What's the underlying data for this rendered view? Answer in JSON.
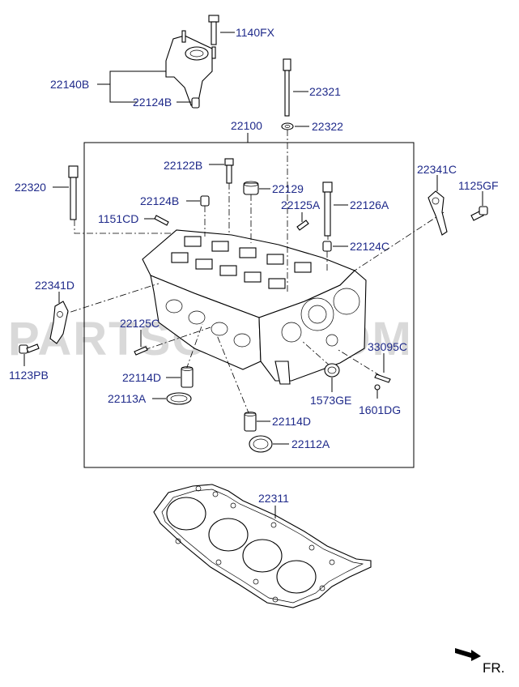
{
  "watermark": "PARTSOUQ.COM",
  "direction": {
    "label": "FR."
  },
  "labels": {
    "p1140FX": "1140FX",
    "p22140B": "22140B",
    "p22124B_top": "22124B",
    "p22321": "22321",
    "p22322": "22322",
    "p22100": "22100",
    "p22122B": "22122B",
    "p22129": "22129",
    "p22320": "22320",
    "p22124B_mid": "22124B",
    "p22125A": "22125A",
    "p22126A": "22126A",
    "p1151CD": "1151CD",
    "p22124C": "22124C",
    "p22341C": "22341C",
    "p1125GF": "1125GF",
    "p22341D": "22341D",
    "p22125C": "22125C",
    "p1123PB": "1123PB",
    "p33095C": "33095C",
    "p22114D_left": "22114D",
    "p1573GE": "1573GE",
    "p1601DG": "1601DG",
    "p22113A": "22113A",
    "p22114D_right": "22114D",
    "p22112A": "22112A",
    "p22311": "22311"
  }
}
